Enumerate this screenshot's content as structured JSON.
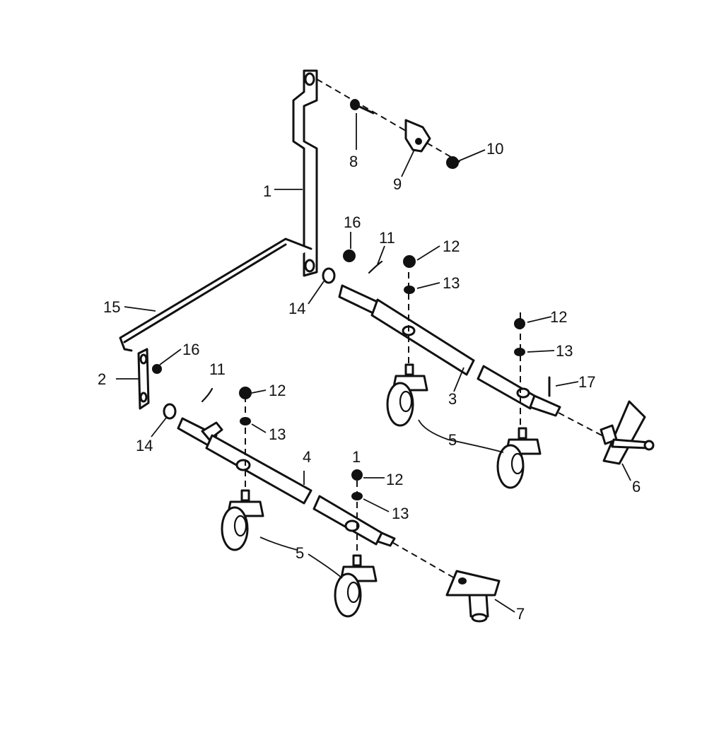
{
  "colors": {
    "ink": "#111111",
    "paper": "#ffffff"
  },
  "callouts": {
    "c1": "1",
    "c2": "2",
    "c3": "3",
    "c4": "4",
    "c5a": "5",
    "c5b": "5",
    "c6": "6",
    "c7": "7",
    "c8": "8",
    "c9": "9",
    "c10": "10",
    "c11a": "11",
    "c11b": "11",
    "c12a": "12",
    "c12b": "12",
    "c12c": "12",
    "c1b": "1",
    "c13a": "13",
    "c13b": "13",
    "c13c": "13",
    "c13d": "13",
    "c14a": "14",
    "c14b": "14",
    "c15": "15",
    "c16a": "16",
    "c16b": "16",
    "c17": "17"
  }
}
